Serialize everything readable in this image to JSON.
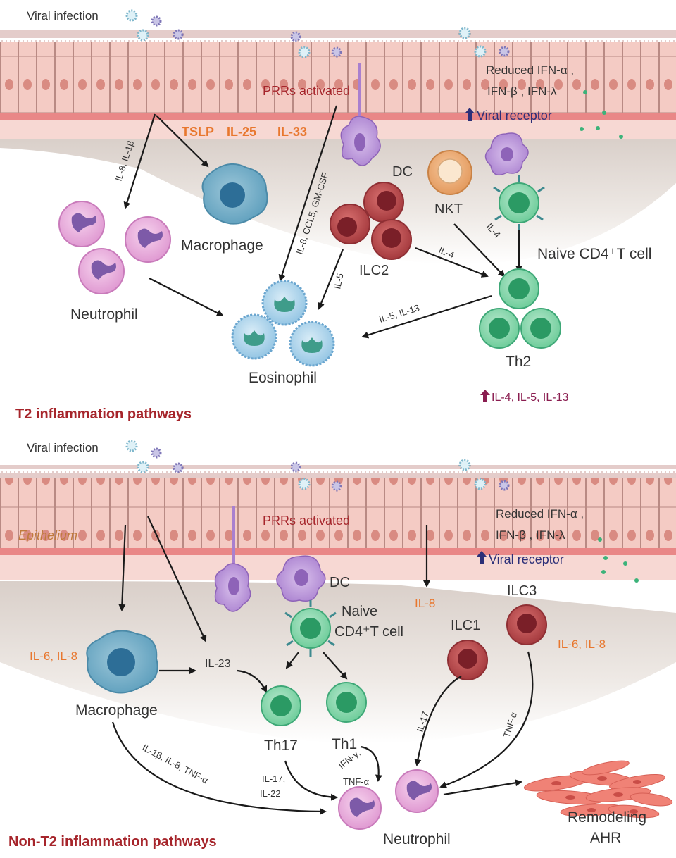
{
  "panel_top": {
    "viral_infection": "Viral infection",
    "prrs_activated": "PRRs activated",
    "reduced_ifn_line1": "Reduced IFN-α ,",
    "reduced_ifn_line2": "IFN-β , IFN-λ",
    "viral_receptor": "Viral receptor",
    "tslp": "TSLP",
    "il25": "IL-25",
    "il33": "IL-33",
    "il8_il1b": "IL-8, IL-1β",
    "il8_ccl5_gmcsf": "IL-8, CCL5, GM-CSF",
    "macrophage": "Macrophage",
    "neutrophil": "Neutrophil",
    "dc": "DC",
    "nkt": "NKT",
    "ilc2": "ILC2",
    "il5": "IL-5",
    "il4_a": "IL-4",
    "il4_b": "IL-4",
    "naive_cd4": "Naive CD4⁺T cell",
    "il5_il13": "IL-5, IL-13",
    "eosinophil": "Eosinophil",
    "th2": "Th2",
    "upregulated": "IL-4, IL-5, IL-13",
    "section_title": "T2  inflammation pathways"
  },
  "panel_bottom": {
    "viral_infection": "Viral infection",
    "epithelium": "Epithelium",
    "prrs_activated": "PRRs activated",
    "reduced_ifn_line1": "Reduced IFN-α ,",
    "reduced_ifn_line2": "IFN-β , IFN-λ",
    "viral_receptor": "Viral receptor",
    "dc": "DC",
    "naive_line1": "Naive",
    "naive_line2": "CD4⁺T cell",
    "il8": "IL-8",
    "ilc3": "ILC3",
    "ilc1": "ILC1",
    "il6_il8_left": "IL-6, IL-8",
    "il6_il8_right": "IL-6, IL-8",
    "il23": "IL-23",
    "macrophage": "Macrophage",
    "th17": "Th17",
    "th1": "Th1",
    "il17_ilc1": "IL-17",
    "tnf_ilc3": "TNF-α",
    "ifng": "IFN-γ,",
    "tnf_th1": "TNF-α",
    "il17_th17": "IL-17,",
    "il22": "IL-22",
    "il1b_il8_tnf": "IL-1β, IL-8, TNF-α",
    "neutrophil": "Neutrophil",
    "remodeling": "Remodeling",
    "ahr": "AHR",
    "section_title": "Non-T2  inflammation pathways"
  },
  "colors": {
    "section_title": "#a6252b",
    "cytokine_orange": "#e8772e",
    "receptor_navy": "#2c2f78",
    "upregulated_maroon": "#8a1d50",
    "epithelium": "#f2c3bc",
    "nucleus": "#d8847a"
  },
  "icons": [
    "up-arrow-icon",
    "virus-icon"
  ]
}
